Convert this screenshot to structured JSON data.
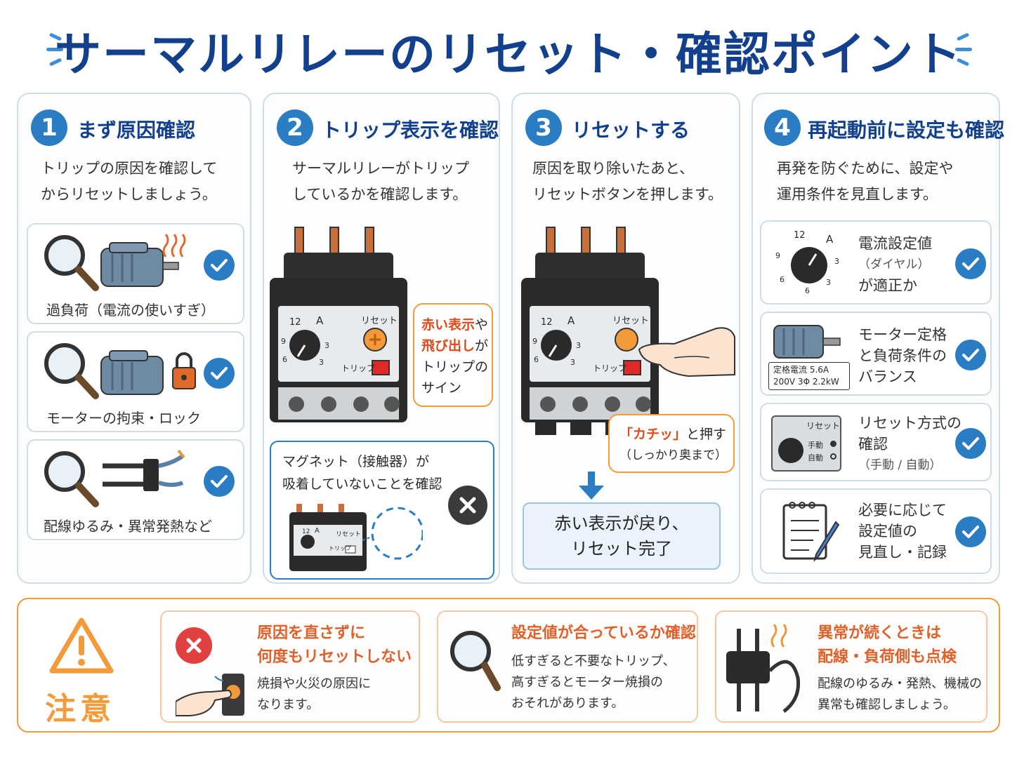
{
  "title": "サーマルリレーのリセット・確認ポイント",
  "colors": {
    "primary": "#13408c",
    "accent": "#2a7cc3",
    "warning": "#f39a3a",
    "danger": "#e0602a",
    "trip": "#e02a2a"
  },
  "cards": [
    {
      "num": "1",
      "title": "まず原因確認",
      "desc": [
        "トリップの原因を確認して",
        "からリセットしましょう。"
      ],
      "items": [
        {
          "label": "過負荷（電流の使いすぎ）",
          "icon": "overload-motor-icon"
        },
        {
          "label": "モーターの拘束・ロック",
          "icon": "locked-motor-icon"
        },
        {
          "label": "配線ゆるみ・異常発熱など",
          "icon": "wiring-icon"
        }
      ]
    },
    {
      "num": "2",
      "title": "トリップ表示を確認",
      "desc": [
        "サーマルリレーがトリップ",
        "しているかを確認します。"
      ],
      "relay": {
        "dial_top": "12",
        "unit": "A",
        "d9": "9",
        "d3": "3",
        "d6": "6",
        "d3b": "3",
        "reset": "リセット",
        "trip": "トリップ"
      },
      "callout": {
        "l1a": "赤い表示",
        "l1b": "や",
        "l2a": "飛び出し",
        "l2b": "が",
        "l3": "トリップの",
        "l4": "サイン"
      },
      "magnet": {
        "l1": "マグネット（接触器）が",
        "l2": "吸着していないことを確認",
        "reset": "リセット",
        "trip": "トリップ",
        "dial_top": "12",
        "unit": "A"
      }
    },
    {
      "num": "3",
      "title": "リセットする",
      "desc": [
        "原因を取り除いたあと、",
        "リセットボタンを押します。"
      ],
      "relay": {
        "dial_top": "12",
        "unit": "A",
        "d9": "9",
        "d3": "3",
        "d6": "6",
        "d3b": "3",
        "reset": "リセット",
        "trip": "トリップ"
      },
      "callout": {
        "l1a": "「カチッ」",
        "l1b": "と押す",
        "l2": "（しっかり奥まで）"
      },
      "result": [
        "赤い表示が戻り、",
        "リセット完了"
      ]
    },
    {
      "num": "4",
      "title": "再起動前に設定も確認",
      "desc": [
        "再発を防ぐために、設定や",
        "運用条件を見直します。"
      ],
      "items": [
        {
          "lines": [
            "電流設定値",
            "（ダイヤル）",
            "が適正か"
          ],
          "dial": {
            "top": "12",
            "unit": "A",
            "d9": "9",
            "d3": "3",
            "d6": "6",
            "d6b": "6",
            "d3b": "3"
          }
        },
        {
          "lines": [
            "モーター定格",
            "と負荷条件の",
            "バランス"
          ],
          "plate": [
            "定格電流  5.6A",
            "200V 3Φ  2.2kW"
          ]
        },
        {
          "lines": [
            "リセット方式の",
            "確認",
            "（手動 / 自動）"
          ],
          "panel": {
            "reset": "リセット",
            "manual": "手動",
            "auto": "自動"
          }
        },
        {
          "lines": [
            "必要に応じて",
            "設定値の",
            "見直し・記録"
          ]
        }
      ]
    }
  ],
  "caution": {
    "label": "注意",
    "boxes": [
      {
        "title": [
          "原因を直さずに",
          "何度もリセットしない"
        ],
        "desc": [
          "焼損や火災の原因に",
          "なります。"
        ]
      },
      {
        "title": [
          "設定値が合っているか確認"
        ],
        "desc": [
          "低すぎると不要なトリップ、",
          "高すぎるとモーター焼損の",
          "おそれがあります。"
        ]
      },
      {
        "title": [
          "異常が続くときは",
          "配線・負荷側も点検"
        ],
        "desc": [
          "配線のゆるみ・発熱、機械の",
          "異常も確認しましょう。"
        ]
      }
    ]
  }
}
